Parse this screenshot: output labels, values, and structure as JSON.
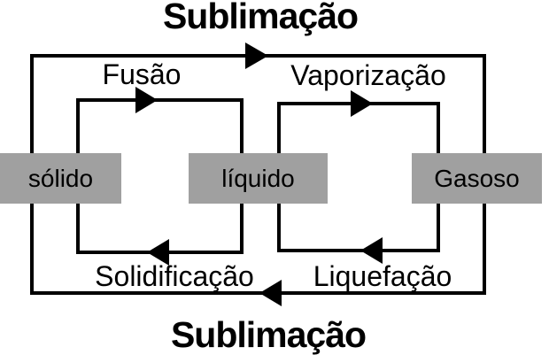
{
  "diagram": {
    "type": "phase-change-cycle-diagram",
    "background_color": "#ffffff",
    "line_color": "#000000",
    "state_box_fill": "#a0a0a0",
    "text_color": "#000000",
    "states": [
      {
        "label": "sólido"
      },
      {
        "label": "líquido"
      },
      {
        "label": "Gasoso"
      }
    ],
    "transitions": [
      {
        "label": "Fusão",
        "from": "sólido",
        "to": "líquido",
        "arrow_direction": "right",
        "position": "inner-left-loop-top"
      },
      {
        "label": "Vaporização",
        "from": "líquido",
        "to": "Gasoso",
        "arrow_direction": "right",
        "position": "inner-right-loop-top"
      },
      {
        "label": "Solidificação",
        "from": "líquido",
        "to": "sólido",
        "arrow_direction": "left",
        "position": "inner-left-loop-bottom"
      },
      {
        "label": "Liquefação",
        "from": "Gasoso",
        "to": "líquido",
        "arrow_direction": "left",
        "position": "inner-right-loop-bottom"
      },
      {
        "label": "Sublimação",
        "from": "sólido",
        "to": "Gasoso",
        "arrow_direction": "right",
        "position": "outer-loop-top"
      },
      {
        "label": "Sublimação",
        "from": "Gasoso",
        "to": "sólido",
        "arrow_direction": "left",
        "position": "outer-loop-bottom"
      }
    ]
  }
}
